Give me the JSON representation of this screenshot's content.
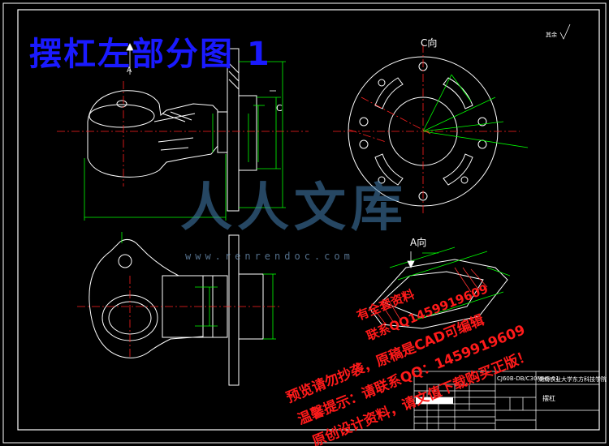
{
  "title": "摆杠左部分图 1",
  "labels": {
    "view_c": "C向",
    "view_a": "A向",
    "section_c": "C",
    "section_a": "A",
    "roughness": "其余"
  },
  "watermark": {
    "logo_text": "人人文库",
    "url": "www.renrendoc.com",
    "line1": "预览请勿抄袭，原稿是CAD可编辑",
    "line2": "温馨提示：请联系QQ：1459919609",
    "line3": "原创设计资料，请文值下载购买正版！",
    "line4": "有全套资料",
    "line5": "联系QQ1459919609"
  },
  "title_block": {
    "school": "湖南农业大学东方科技学院",
    "part": "摆杠",
    "code": "CJ60B-DB/C30MHS-11"
  },
  "colors": {
    "outline": "#ffffff",
    "dimension": "#00ff00",
    "centerline": "#ff2020",
    "title": "#1a1aff",
    "watermark": "#ff1a1a"
  }
}
